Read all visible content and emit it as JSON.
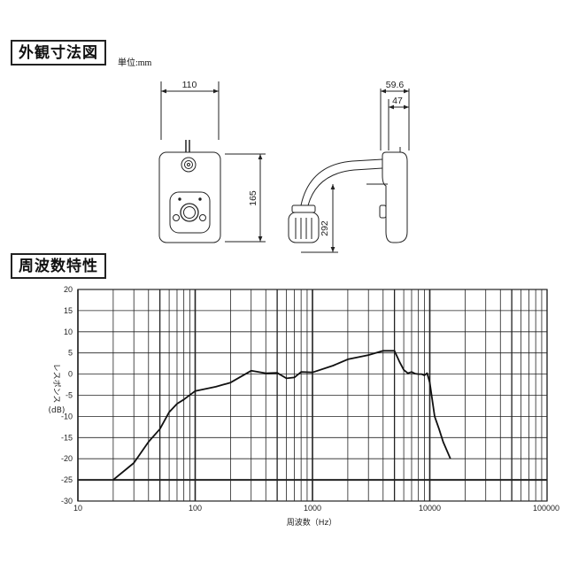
{
  "drawing": {
    "title": "外観寸法図",
    "unit_note": "単位:mm",
    "dim_width": "110",
    "dim_height": "165",
    "dim_depth_total": "59.6",
    "dim_depth_inner": "47",
    "dim_gooseneck": "292"
  },
  "response_section": {
    "title": "周波数特性"
  },
  "chart_data": {
    "type": "line",
    "title": "周波数特性",
    "xlabel": "周波数（Hz）",
    "ylabel_lines": [
      "レスポンス",
      "(dB)"
    ],
    "x_scale": "log",
    "xlim": [
      10,
      100000
    ],
    "ylim": [
      -30,
      20
    ],
    "x_tick_labels": [
      "10",
      "100",
      "1000",
      "10000",
      "100000"
    ],
    "y_tick_labels": [
      "20",
      "15",
      "10",
      "5",
      "0",
      "-5",
      "-10",
      "-15",
      "-20",
      "-25",
      "-30"
    ],
    "reference_line_db": -25,
    "grid": true,
    "series": [
      {
        "x": [
          20,
          30,
          40,
          50,
          60,
          70,
          80,
          100,
          150,
          200,
          300,
          400,
          500,
          600,
          700,
          800,
          1000,
          1500,
          2000,
          3000,
          4000,
          5000,
          5500,
          6000,
          6500,
          7000,
          7500,
          8000,
          8500,
          9000,
          9500,
          10000,
          11000,
          12000,
          13000,
          15000
        ],
        "y": [
          -25,
          -21,
          -16,
          -13,
          -9,
          -7,
          -6,
          -4,
          -3,
          -2,
          0.8,
          0.2,
          0.3,
          -1,
          -0.8,
          0.5,
          0.4,
          2,
          3.5,
          4.5,
          5.5,
          5.5,
          3,
          1,
          0.2,
          0.5,
          0.1,
          0,
          0,
          -0.3,
          0.2,
          -2,
          -10,
          -13,
          -16,
          -20
        ]
      }
    ]
  }
}
